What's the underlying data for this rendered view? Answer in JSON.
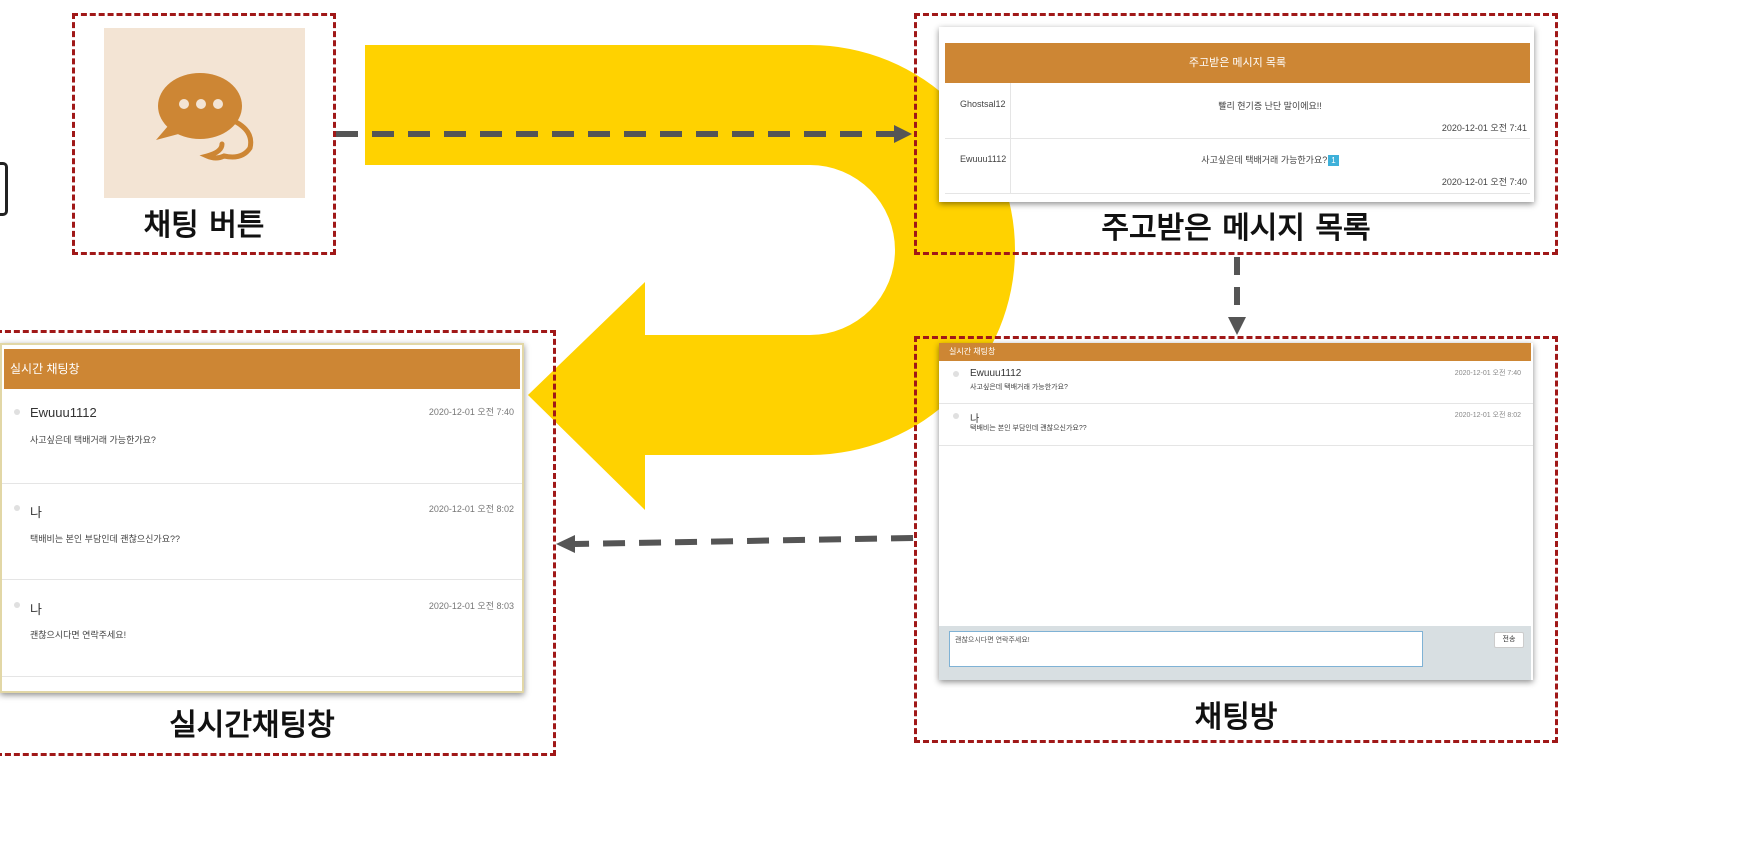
{
  "captions": {
    "chat_button": "채팅 버튼",
    "message_list": "주고받은 메시지 목록",
    "chat_room": "채팅방",
    "realtime": "실시간채팅창"
  },
  "message_list": {
    "header": "주고받은 메시지 목록",
    "rows": [
      {
        "user": "Ghostsal12",
        "message": "빨리 현기증 난단 말이에요!!",
        "time": "2020-12-01 오전 7:41",
        "badge": ""
      },
      {
        "user": "Ewuuu1112",
        "message": "사고싶은데 택배거래 가능한가요?",
        "time": "2020-12-01 오전 7:40",
        "badge": "1"
      }
    ]
  },
  "chat_room": {
    "header": "실시간 채팅창",
    "messages": [
      {
        "user": "Ewuuu1112",
        "text": "사고싶은데 택배거래 가능한가요?",
        "time": "2020-12-01 오전 7:40"
      },
      {
        "user": "나",
        "text": "택배비는 본인 부담인데 괜찮으신가요??",
        "time": "2020-12-01 오전 8:02"
      }
    ],
    "input_value": "괜찮으시다면 연락주세요!",
    "send_label": "전송"
  },
  "realtime": {
    "header": "실시간 채팅창",
    "messages": [
      {
        "user": "Ewuuu1112",
        "text": "사고싶은데 택배거래 가능한가요?",
        "time": "2020-12-01 오전 7:40"
      },
      {
        "user": "나",
        "text": "택배비는 본인 부담인데 괜찮으신가요??",
        "time": "2020-12-01 오전 8:02"
      },
      {
        "user": "나",
        "text": "괜찮으시다면 연락주세요!",
        "time": "2020-12-01 오전 8:03"
      }
    ]
  },
  "colors": {
    "accent_brown": "#cd8634",
    "flow_yellow": "#ffd200",
    "box_border": "#a01818",
    "arrow_gray": "#555555",
    "badge_blue": "#3eb0d9"
  },
  "icons": [
    "speech-bubbles-icon"
  ]
}
